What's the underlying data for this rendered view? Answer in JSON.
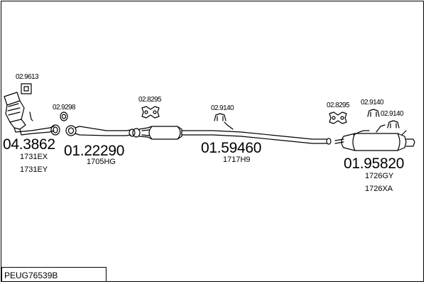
{
  "diagram": {
    "reference": "PEUG76539B",
    "sections": [
      {
        "part_number": "04.3862",
        "sub_codes": [
          "1731EX",
          "1731EY"
        ]
      },
      {
        "part_number": "01.22290",
        "sub_codes": [
          "1705HG"
        ]
      },
      {
        "part_number": "01.59460",
        "sub_codes": [
          "1717H9"
        ]
      },
      {
        "part_number": "01.95820",
        "sub_codes": [
          "1726GY",
          "1726XA"
        ]
      }
    ],
    "fittings": [
      "02.9613",
      "02.9298",
      "02.8295",
      "02.9140",
      "02.8295",
      "02.9140",
      "02.9140"
    ]
  }
}
